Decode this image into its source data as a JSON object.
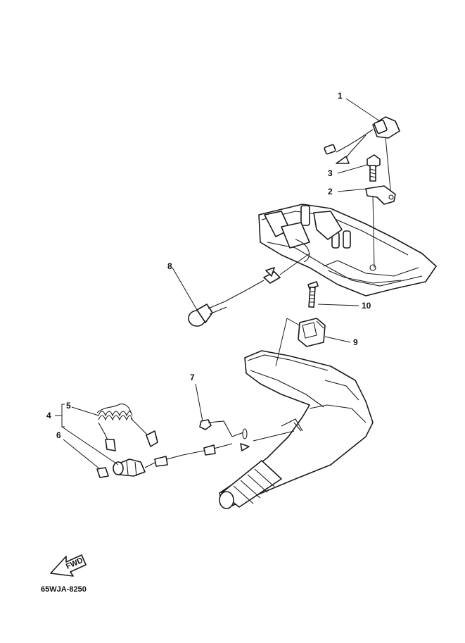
{
  "diagram": {
    "part_labels": {
      "p1": "1",
      "p2": "2",
      "p3": "3",
      "p4": "4",
      "p5": "5",
      "p6": "6",
      "p7": "7",
      "p8": "8",
      "p9": "9",
      "p10": "10"
    },
    "fwd_label": "FWD",
    "drawing_code": "65WJA-8250"
  },
  "icons": {
    "fwd": "fwd-arrow-icon"
  }
}
